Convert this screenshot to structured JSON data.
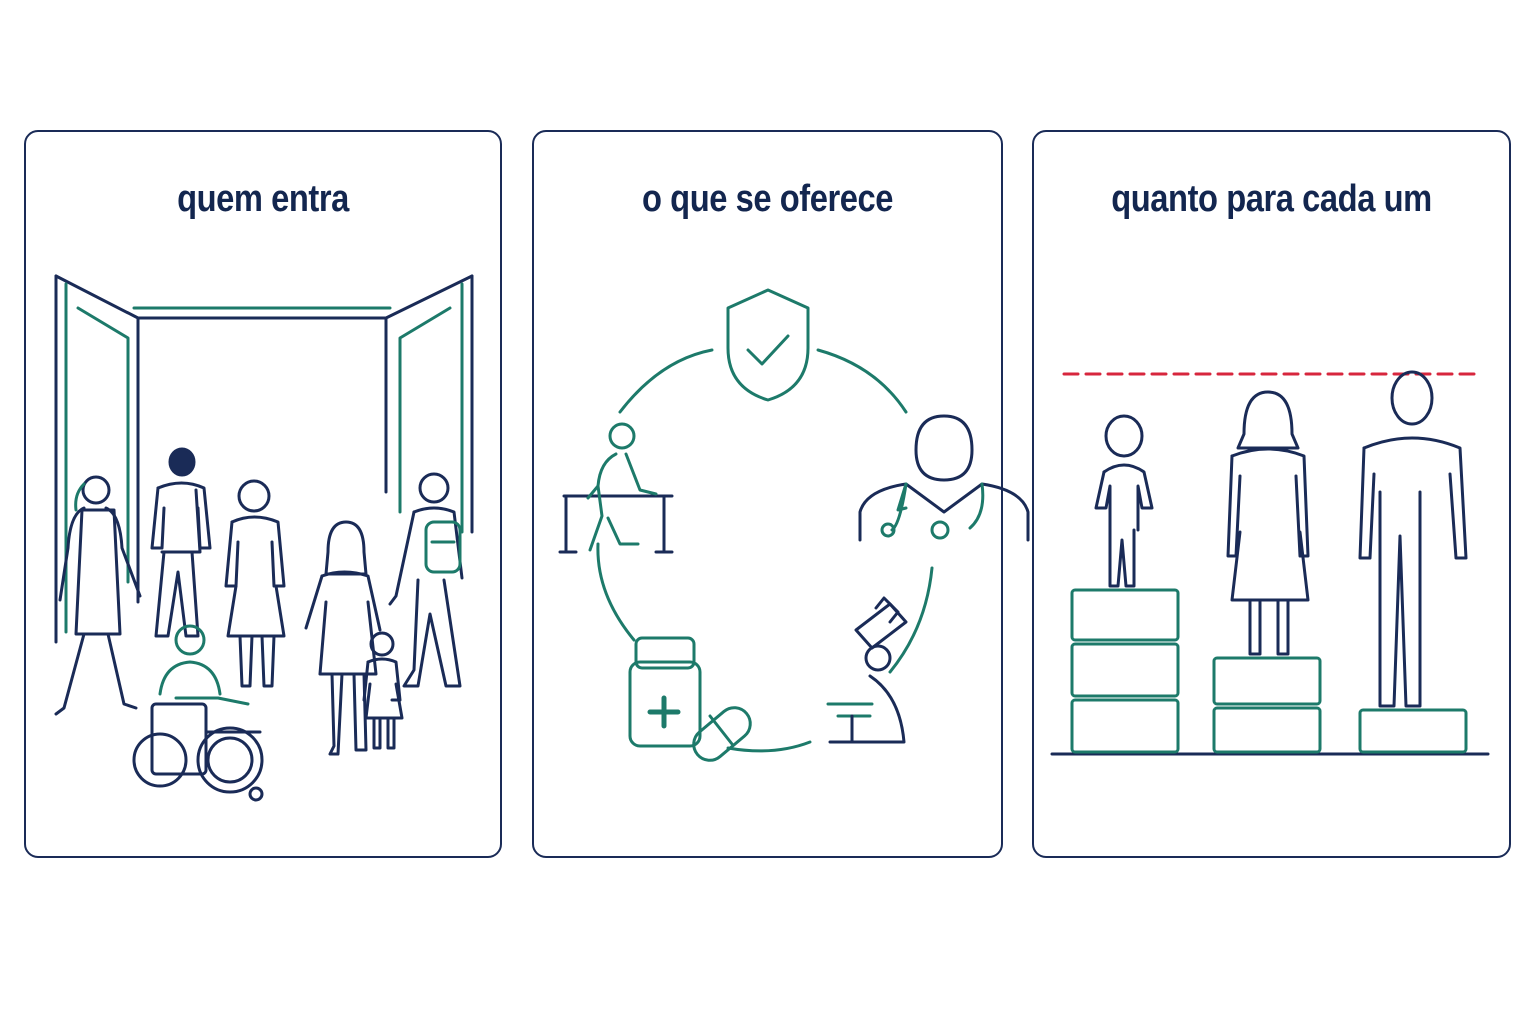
{
  "panels": [
    {
      "title": "quem entra"
    },
    {
      "title": "o que se oferece"
    },
    {
      "title": "quanto para cada um"
    }
  ],
  "colors": {
    "navy": "#1a2b57",
    "teal": "#1d7a6a",
    "red_dashed_line": "#d7263d"
  }
}
